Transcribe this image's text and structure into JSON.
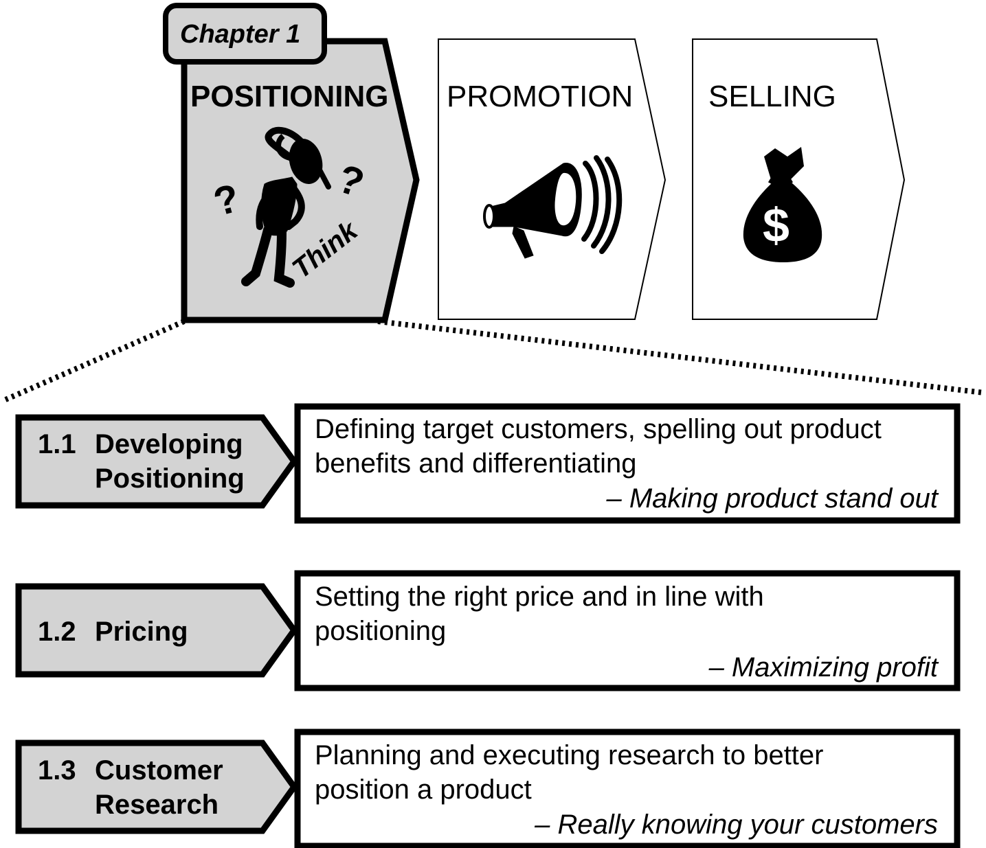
{
  "chapter": {
    "tag": "Chapter 1"
  },
  "stages": [
    {
      "label": "POSITIONING",
      "icon": "thinking-figure-icon",
      "caption": "Think",
      "active": true
    },
    {
      "label": "PROMOTION",
      "icon": "megaphone-icon",
      "active": false
    },
    {
      "label": "SELLING",
      "icon": "money-bag-icon",
      "icon_glyph": "$",
      "active": false
    }
  ],
  "thinking_marks": [
    "?",
    "?"
  ],
  "sections": [
    {
      "number": "1.1",
      "title_lines": [
        "Developing",
        "Positioning"
      ],
      "description_lines": [
        "Defining target customers, spelling out product",
        "benefits and differentiating"
      ],
      "tagline": "– Making product stand out"
    },
    {
      "number": "1.2",
      "title_lines": [
        "Pricing"
      ],
      "description_lines": [
        "Setting the right price and in line with",
        "positioning"
      ],
      "tagline": "– Maximizing profit"
    },
    {
      "number": "1.3",
      "title_lines": [
        "Customer",
        "Research"
      ],
      "description_lines": [
        "Planning and executing research to better",
        "position a product"
      ],
      "tagline": "– Really knowing your customers"
    }
  ],
  "colors": {
    "active_fill": "#d3d3d3",
    "outline": "#000000",
    "background": "#ffffff"
  }
}
